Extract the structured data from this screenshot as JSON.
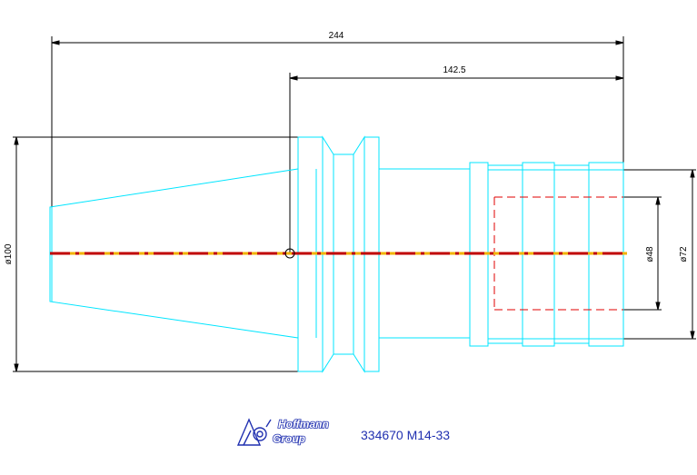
{
  "dimensions": {
    "overall_length": "244",
    "partial_length": "142.5",
    "diameter_main": "ø100",
    "diameter_bore": "ø48",
    "diameter_shank": "ø72"
  },
  "footer": {
    "logo_line1": "Hoffmann",
    "logo_line2": "Group",
    "part_number": "334670 M14-33"
  },
  "colors": {
    "outline": "#00e5ff",
    "dimension": "#000000",
    "centerline_red": "#c00000",
    "centerline_yellow": "#f2b200",
    "hidden_line": "#e00000",
    "brand": "#2030b0"
  }
}
